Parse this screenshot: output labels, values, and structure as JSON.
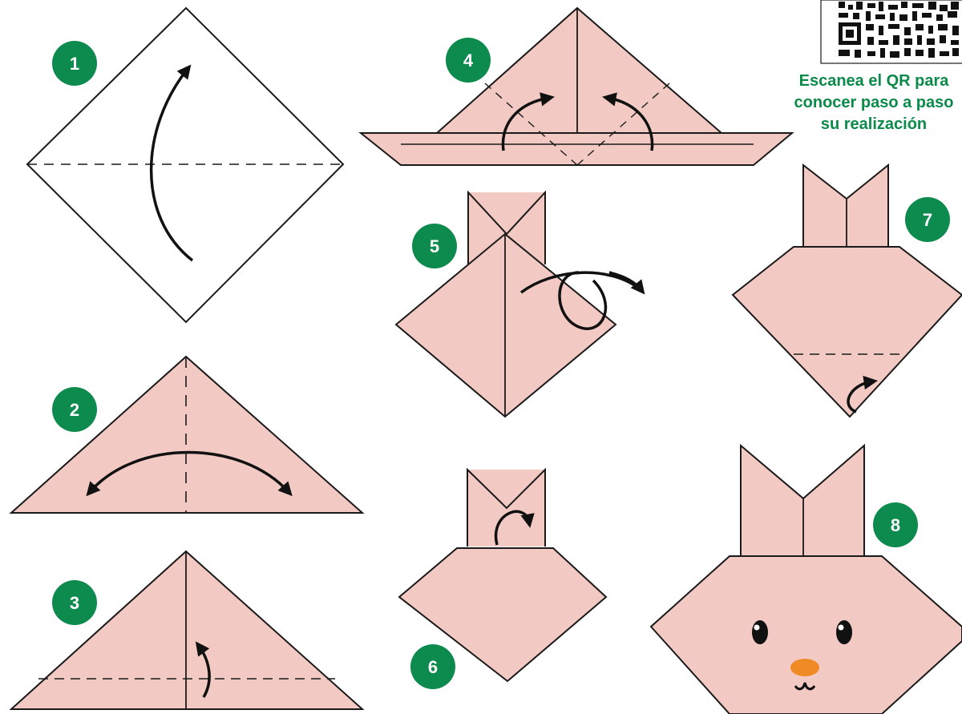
{
  "steps": [
    {
      "number": "1"
    },
    {
      "number": "2"
    },
    {
      "number": "3"
    },
    {
      "number": "4"
    },
    {
      "number": "5"
    },
    {
      "number": "6"
    },
    {
      "number": "7"
    },
    {
      "number": "8"
    }
  ],
  "qr": {
    "caption_lines": [
      "Escanea el QR para",
      "conocer paso a paso",
      "su realización"
    ]
  },
  "colors": {
    "paper": "#f3c9c3",
    "badge": "#0d8a4e",
    "badge_text": "#ffffff",
    "caption": "#0b8a4a",
    "line": "#1a1a1a",
    "nose": "#f08a24"
  },
  "icons": [
    "fold-arrow-icon",
    "double-arrow-icon",
    "qr-code-icon"
  ]
}
